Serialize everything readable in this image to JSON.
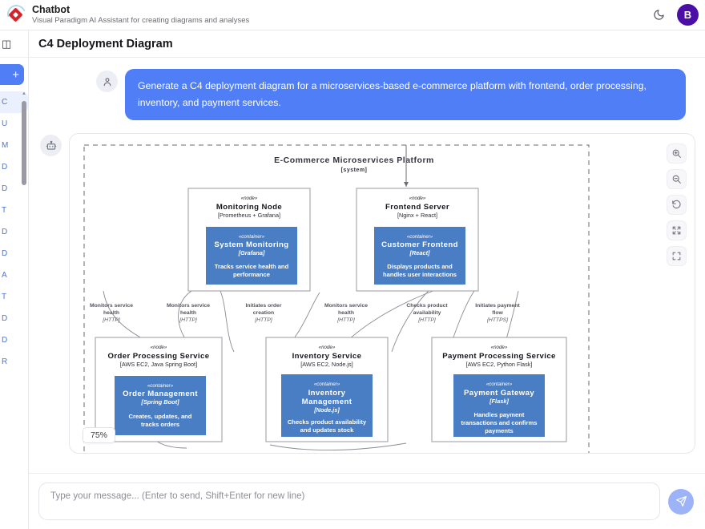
{
  "header": {
    "logo_icon": "visual-paradigm-logo",
    "title": "Chatbot",
    "subtitle": "Visual Paradigm AI Assistant for creating diagrams and analyses",
    "dark_mode_icon": "moon-icon",
    "avatar_initial": "B",
    "avatar_color": "#4b0fa8"
  },
  "sidebar": {
    "panel_icon": "panel-toggle-icon",
    "new_chat_label": "+",
    "items": [
      {
        "label": "C"
      },
      {
        "label": "U"
      },
      {
        "label": "M"
      },
      {
        "label": "D"
      },
      {
        "label": "D"
      },
      {
        "label": "T"
      },
      {
        "label": "D"
      },
      {
        "label": "D"
      },
      {
        "label": "A"
      },
      {
        "label": "T"
      },
      {
        "label": "D"
      },
      {
        "label": "D"
      },
      {
        "label": "R"
      }
    ]
  },
  "page": {
    "title": "C4 Deployment Diagram"
  },
  "conversation": {
    "user_message": {
      "avatar_icon": "user-icon",
      "text": "Generate a C4 deployment diagram for a microservices-based e-commerce platform with frontend, order processing, inventory, and payment services."
    },
    "assistant_message": {
      "avatar_icon": "robot-icon"
    }
  },
  "diagram": {
    "zoom_level": "75%",
    "tools": [
      {
        "name": "zoom-in-icon",
        "label": "Zoom in"
      },
      {
        "name": "zoom-out-icon",
        "label": "Zoom out"
      },
      {
        "name": "reset-view-icon",
        "label": "Reset view"
      },
      {
        "name": "fit-content-icon",
        "label": "Fit to content"
      },
      {
        "name": "fullscreen-icon",
        "label": "Fullscreen"
      }
    ],
    "boundary": {
      "title": "E-Commerce Microservices Platform",
      "subtitle": "[system]"
    },
    "nodes": [
      {
        "id": "monitoring",
        "stereotype": "«node»",
        "name": "Monitoring Node",
        "tech": "[Prometheus + Grafana]",
        "container": {
          "stereotype": "«container»",
          "name": "System Monitoring",
          "tech": "[Grafana]",
          "desc_line1": "Tracks service health and",
          "desc_line2": "performance"
        }
      },
      {
        "id": "frontend",
        "stereotype": "«node»",
        "name": "Frontend Server",
        "tech": "[Nginx + React]",
        "container": {
          "stereotype": "«container»",
          "name": "Customer Frontend",
          "tech": "[React]",
          "desc_line1": "Displays products and",
          "desc_line2": "handles user interactions"
        }
      },
      {
        "id": "order",
        "stereotype": "«node»",
        "name": "Order Processing Service",
        "tech": "[AWS EC2, Java Spring Boot]",
        "container": {
          "stereotype": "«container»",
          "name": "Order Management",
          "tech": "[Spring Boot]",
          "desc_line1": "Creates, updates, and",
          "desc_line2": "tracks orders"
        }
      },
      {
        "id": "inventory",
        "stereotype": "«node»",
        "name": "Inventory Service",
        "tech": "[AWS EC2, Node.js]",
        "container": {
          "stereotype": "«container»",
          "name": "Inventory",
          "name2": "Management",
          "tech": "[Node.js]",
          "desc_line1": "Checks product availability",
          "desc_line2": "and updates stock"
        }
      },
      {
        "id": "payment",
        "stereotype": "«node»",
        "name": "Payment Processing Service",
        "tech": "[AWS EC2, Python Flask]",
        "container": {
          "stereotype": "«container»",
          "name": "Payment Gateway",
          "tech": "[Flask]",
          "desc_line1": "Handles payment",
          "desc_line2": "transactions and confirms",
          "desc_line3": "payments"
        }
      }
    ],
    "edges": [
      {
        "label": "Monitors service",
        "label2": "health",
        "protocol": "[HTTP]"
      },
      {
        "label": "Monitors service",
        "label2": "health",
        "protocol": "[HTTP]"
      },
      {
        "label": "Initiates order",
        "label2": "creation",
        "protocol": "[HTTP]"
      },
      {
        "label": "Monitors service",
        "label2": "health",
        "protocol": "[HTTP]"
      },
      {
        "label": "Checks product",
        "label2": "availability",
        "protocol": "[HTTP]"
      },
      {
        "label": "Initiates payment",
        "label2": "flow",
        "protocol": "[HTTPS]"
      }
    ],
    "colors": {
      "container_fill": "#4a7ec4",
      "container_text": "#ffffff",
      "node_border": "#9a9aa2",
      "boundary_border": "#6a6a72"
    }
  },
  "composer": {
    "placeholder": "Type your message... (Enter to send, Shift+Enter for new line)",
    "value": "",
    "send_icon": "send-icon"
  }
}
